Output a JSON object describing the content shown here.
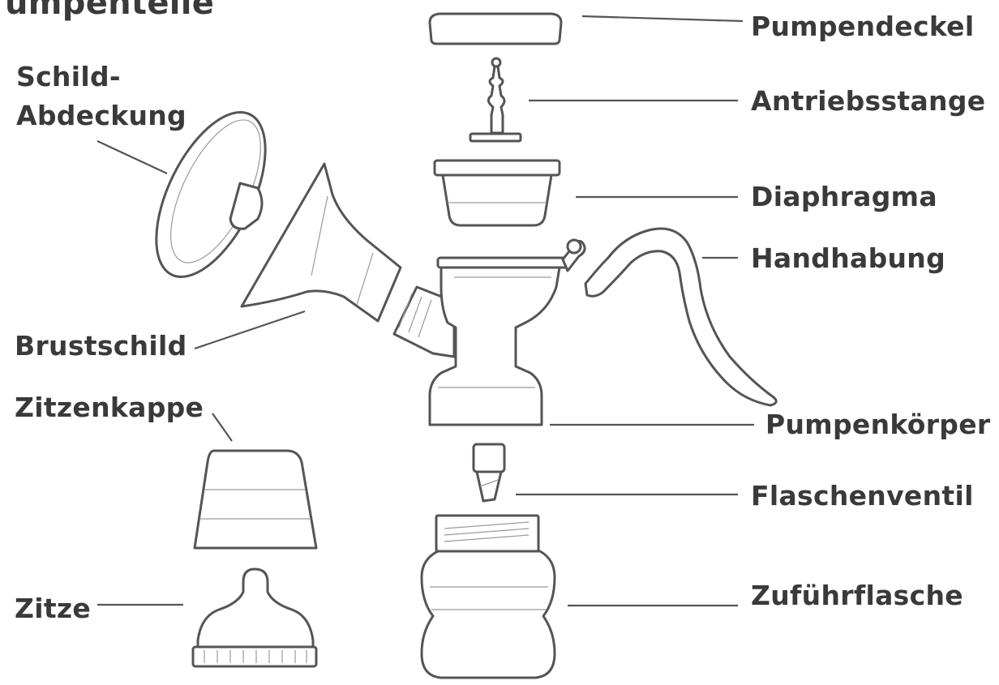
{
  "title_fragment": "umpenteile",
  "labels": {
    "pumpendeckel": "Pumpendeckel",
    "antriebsstange": "Antriebsstange",
    "diaphragma": "Diaphragma",
    "handhabung": "Handhabung",
    "pumpenkoerper": "Pumpenkörper",
    "flaschenventil": "Flaschenventil",
    "zufuehrflasche": "Zuführflasche",
    "schild_line1": "Schild-",
    "schild_line2": "Abdeckung",
    "brustschild": "Brustschild",
    "zitzenkappe": "Zitzenkappe",
    "zitze": "Zitze"
  }
}
